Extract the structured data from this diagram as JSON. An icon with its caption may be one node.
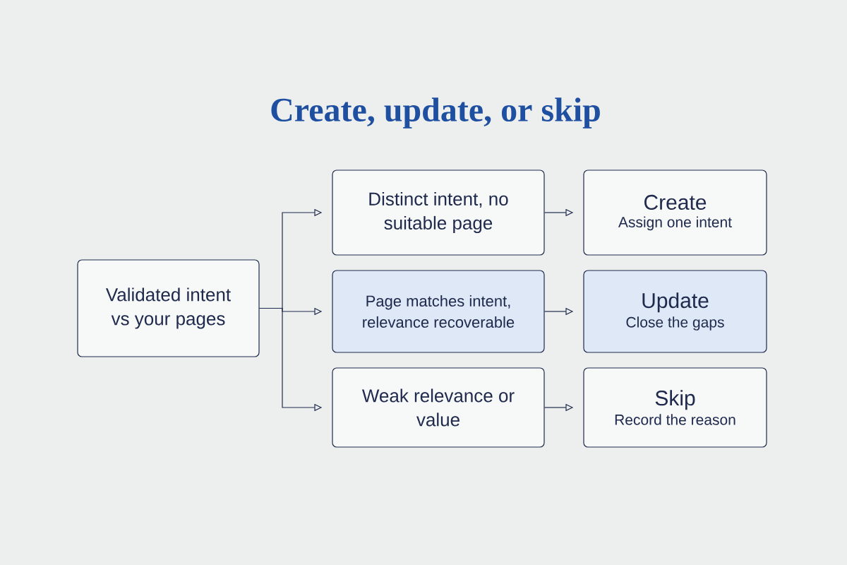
{
  "diagram": {
    "title": "Create, update, or skip",
    "nodes": [
      {
        "text": [
          "Validated intent vs your pages"
        ]
      },
      {
        "text": [
          "Distinct intent, no suitable page"
        ]
      },
      {
        "text": [
          "Create",
          "Assign one intent"
        ]
      },
      {
        "text": [
          "Page matches intent, relevance recoverable"
        ]
      },
      {
        "text": [
          "Update",
          "Close the gaps"
        ]
      },
      {
        "text": [
          "Weak relevance or value"
        ]
      },
      {
        "text": [
          "Skip",
          "Record the reason"
        ]
      }
    ],
    "edges": [
      {
        "from": 0,
        "to": 1,
        "arrow": "to"
      },
      {
        "from": 0,
        "to": 3,
        "arrow": "to"
      },
      {
        "from": 0,
        "to": 5,
        "arrow": "to"
      },
      {
        "from": 1,
        "to": 2,
        "arrow": "to"
      },
      {
        "from": 3,
        "to": 4,
        "arrow": "to"
      },
      {
        "from": 5,
        "to": 6,
        "arrow": "to"
      }
    ]
  }
}
